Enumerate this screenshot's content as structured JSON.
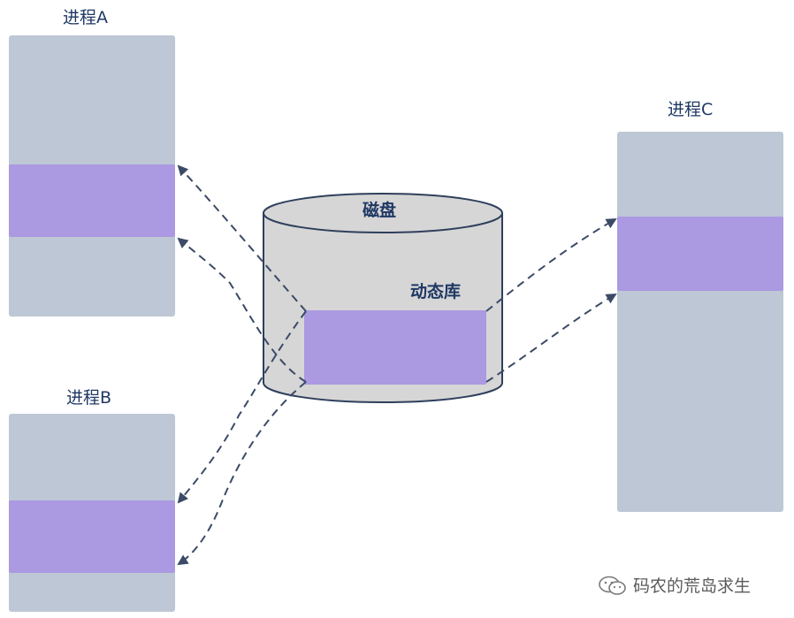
{
  "labels": {
    "process_a": "进程A",
    "process_b": "进程B",
    "process_c": "进程C",
    "disk": "磁盘",
    "dynamic_lib": "动态库"
  },
  "watermark": {
    "text": "码农的荒岛求生",
    "icon": "wechat-icon"
  },
  "colors": {
    "process_fill": "#bdc7d5",
    "shared_region": "#ab99e2",
    "disk_fill": "#d6d6d6",
    "stroke": "#2f3f5c",
    "label_text": "#1f3864"
  }
}
